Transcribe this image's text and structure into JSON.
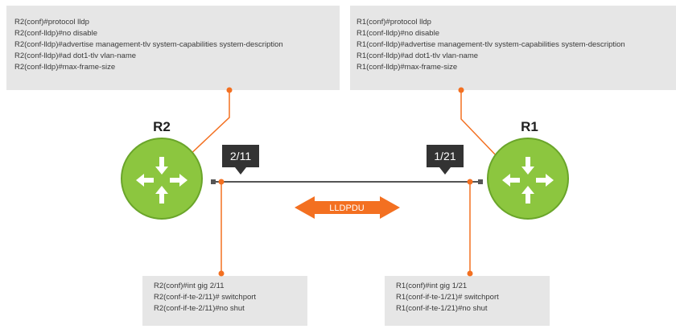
{
  "r2_lldp_config": [
    "R2(conf)#protocol lldp",
    "R2(conf-lldp)#no disable",
    "R2(conf-lldp)#advertise management-tlv system-capabilities system-description",
    "R2(conf-lldp)#ad dot1-tlv vlan-name",
    "R2(conf-lldp)#max-frame-size"
  ],
  "r1_lldp_config": [
    "R1(conf)#protocol lldp",
    "R1(conf-lldp)#no disable",
    "R1(conf-lldp)#advertise management-tlv system-capabilities system-description",
    "R1(conf-lldp)#ad dot1-tlv vlan-name",
    "R1(conf-lldp)#max-frame-size"
  ],
  "r2_interface_config": [
    "R2(conf)#int gig 2/11",
    "R2(conf-if-te-2/11)# switchport",
    "R2(conf-if-te-2/11)#no shut"
  ],
  "r1_interface_config": [
    "R1(conf)#int gig 1/21",
    "R1(conf-if-te-1/21)# switchport",
    "R1(conf-if-te-1/21)#no shut"
  ],
  "routers": {
    "left": {
      "name": "R2",
      "port": "2/11",
      "icon": "router-icon"
    },
    "right": {
      "name": "R1",
      "port": "1/21",
      "icon": "router-icon"
    }
  },
  "pdu_label": "LLDPDU",
  "colors": {
    "router_fill": "#8cc63f",
    "router_stroke": "#6aa52a",
    "accent": "#f37021",
    "box_bg": "#e6e6e6",
    "port_bg": "#333333",
    "link": "#555555"
  }
}
